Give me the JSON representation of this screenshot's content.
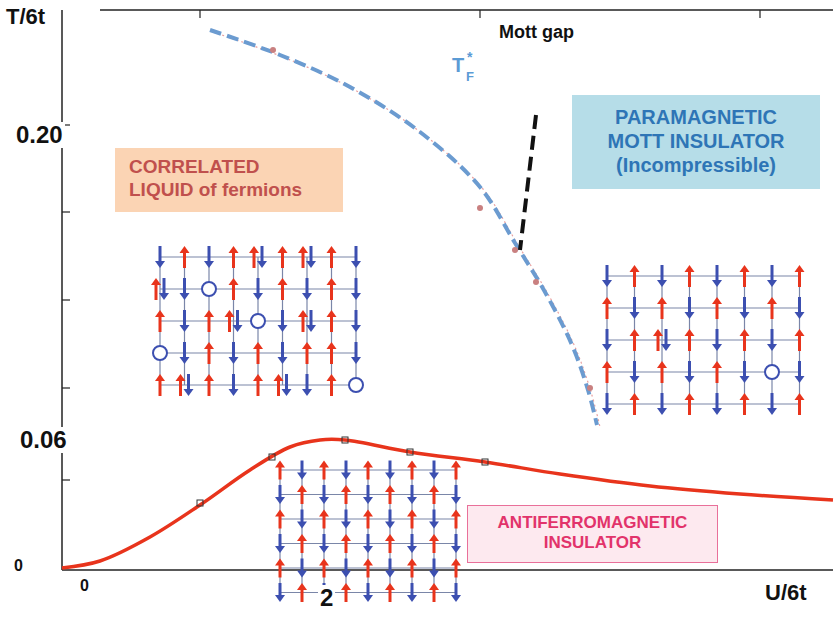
{
  "diagram": {
    "nodes": [
      {
        "text": [
          "CORRELATED LIQUID of fermions"
        ]
      },
      {
        "text": [
          "PARAMAGNETIC MOTT INSULATOR",
          "(Incompressible)"
        ]
      },
      {
        "text": [
          "ANTIFERROMAGNETIC INSULATOR"
        ]
      }
    ],
    "labels": [
      "T/6t",
      "0.20",
      "0.06",
      "0",
      "0",
      "2",
      "U/6t",
      "T",
      "F",
      "*",
      "Mott gap"
    ]
  }
}
